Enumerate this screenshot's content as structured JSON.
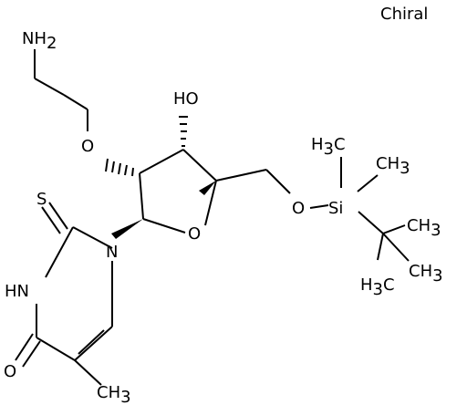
{
  "chiral_label": "Chiral",
  "atoms": {
    "nh2": {
      "main": "NH",
      "sub": "2"
    },
    "ether_o": "O",
    "oh": "HO",
    "ring_o": "O",
    "silyl_o": "O",
    "si": "Si",
    "h3c_top": {
      "pre": "H",
      "sub": "3",
      "post": "C"
    },
    "ch3_top_right": {
      "main": "CH",
      "sub": "3"
    },
    "ch3_a": {
      "main": "CH",
      "sub": "3"
    },
    "ch3_b": {
      "main": "CH",
      "sub": "3"
    },
    "h3c_bottom": {
      "pre": "H",
      "sub": "3",
      "post": "C"
    },
    "thio_s": "S",
    "n1": "N",
    "n3h": "HN",
    "carbonyl_o": "O",
    "methyl": {
      "main": "CH",
      "sub": "3"
    }
  }
}
